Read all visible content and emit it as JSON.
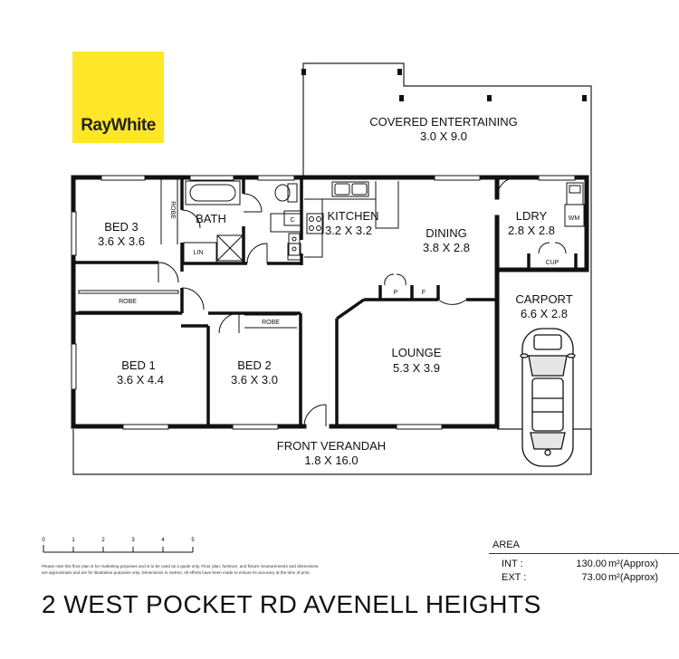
{
  "brand": {
    "logo_text": "RayWhite",
    "logo_color": "#ffe629"
  },
  "rooms": {
    "covered_entertaining": {
      "name": "COVERED ENTERTAINING",
      "size": "3.0 X 9.0"
    },
    "bed3": {
      "name": "BED 3",
      "size": "3.6 X 3.6"
    },
    "bath": {
      "name": "BATH"
    },
    "kitchen": {
      "name": "KITCHEN",
      "size": "3.2 X 3.2"
    },
    "dining": {
      "name": "DINING",
      "size": "3.8 X 2.8"
    },
    "ldry": {
      "name": "LDRY",
      "size": "2.8 X 2.8"
    },
    "carport": {
      "name": "CARPORT",
      "size": "6.6 X 2.8"
    },
    "bed1": {
      "name": "BED 1",
      "size": "3.6 X 4.4"
    },
    "bed2": {
      "name": "BED 2",
      "size": "3.6 X 3.0"
    },
    "lounge": {
      "name": "LOUNGE",
      "size": "5.3 X 3.9"
    },
    "front_verandah": {
      "name": "FRONT VERANDAH",
      "size": "1.8 X 16.0"
    }
  },
  "fixtures": {
    "robe": "ROBE",
    "lin": "LIN",
    "c": "C",
    "wm": "WM",
    "cup": "CUP",
    "p": "P",
    "f": "F"
  },
  "scale": {
    "ticks": [
      "0",
      "1",
      "2",
      "3",
      "4",
      "5"
    ]
  },
  "disclaimer": {
    "line1": "Please note this floor plan is for marketing purposes and is to be used as a guide only. Floor plan, furniture, and fixture measurements and dimensions",
    "line2": "are approximate and are for illustrative purposes only. Dimensions in metres. All efforts have been made to ensure its accuracy at the time of print."
  },
  "area": {
    "title": "AREA",
    "int_label": "INT :",
    "int_value": "130.00",
    "ext_label": "EXT :",
    "ext_value": "73.00",
    "unit": "m²(Approx)"
  },
  "address": "2 WEST POCKET RD AVENELL HEIGHTS"
}
